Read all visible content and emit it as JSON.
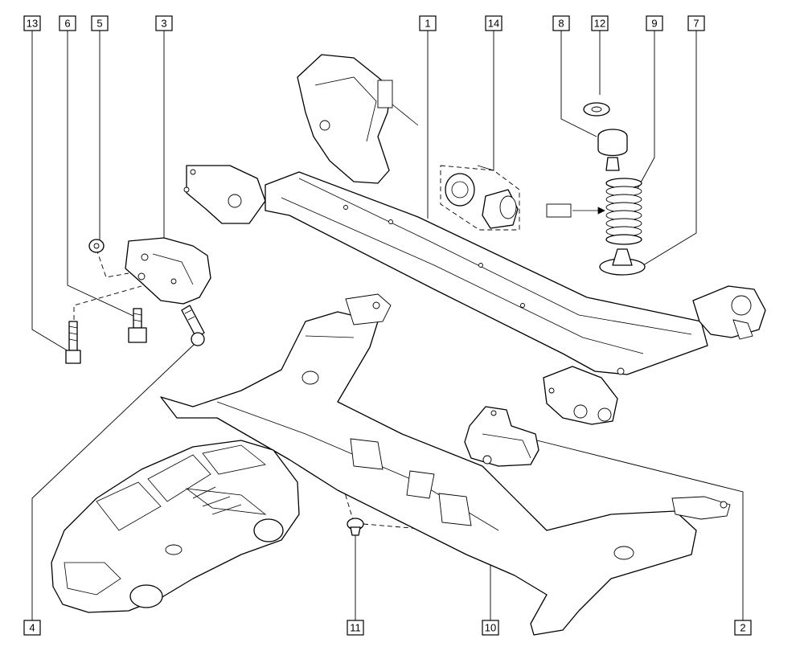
{
  "diagram": {
    "callouts": [
      {
        "id": "c13",
        "label": "13"
      },
      {
        "id": "c6",
        "label": "6"
      },
      {
        "id": "c5",
        "label": "5"
      },
      {
        "id": "c3",
        "label": "3"
      },
      {
        "id": "c1",
        "label": "1"
      },
      {
        "id": "c14",
        "label": "14"
      },
      {
        "id": "c8",
        "label": "8"
      },
      {
        "id": "c12",
        "label": "12"
      },
      {
        "id": "c9",
        "label": "9"
      },
      {
        "id": "c7",
        "label": "7"
      },
      {
        "id": "c4",
        "label": "4"
      },
      {
        "id": "c11",
        "label": "11"
      },
      {
        "id": "c10",
        "label": "10"
      },
      {
        "id": "c2",
        "label": "2"
      }
    ]
  }
}
